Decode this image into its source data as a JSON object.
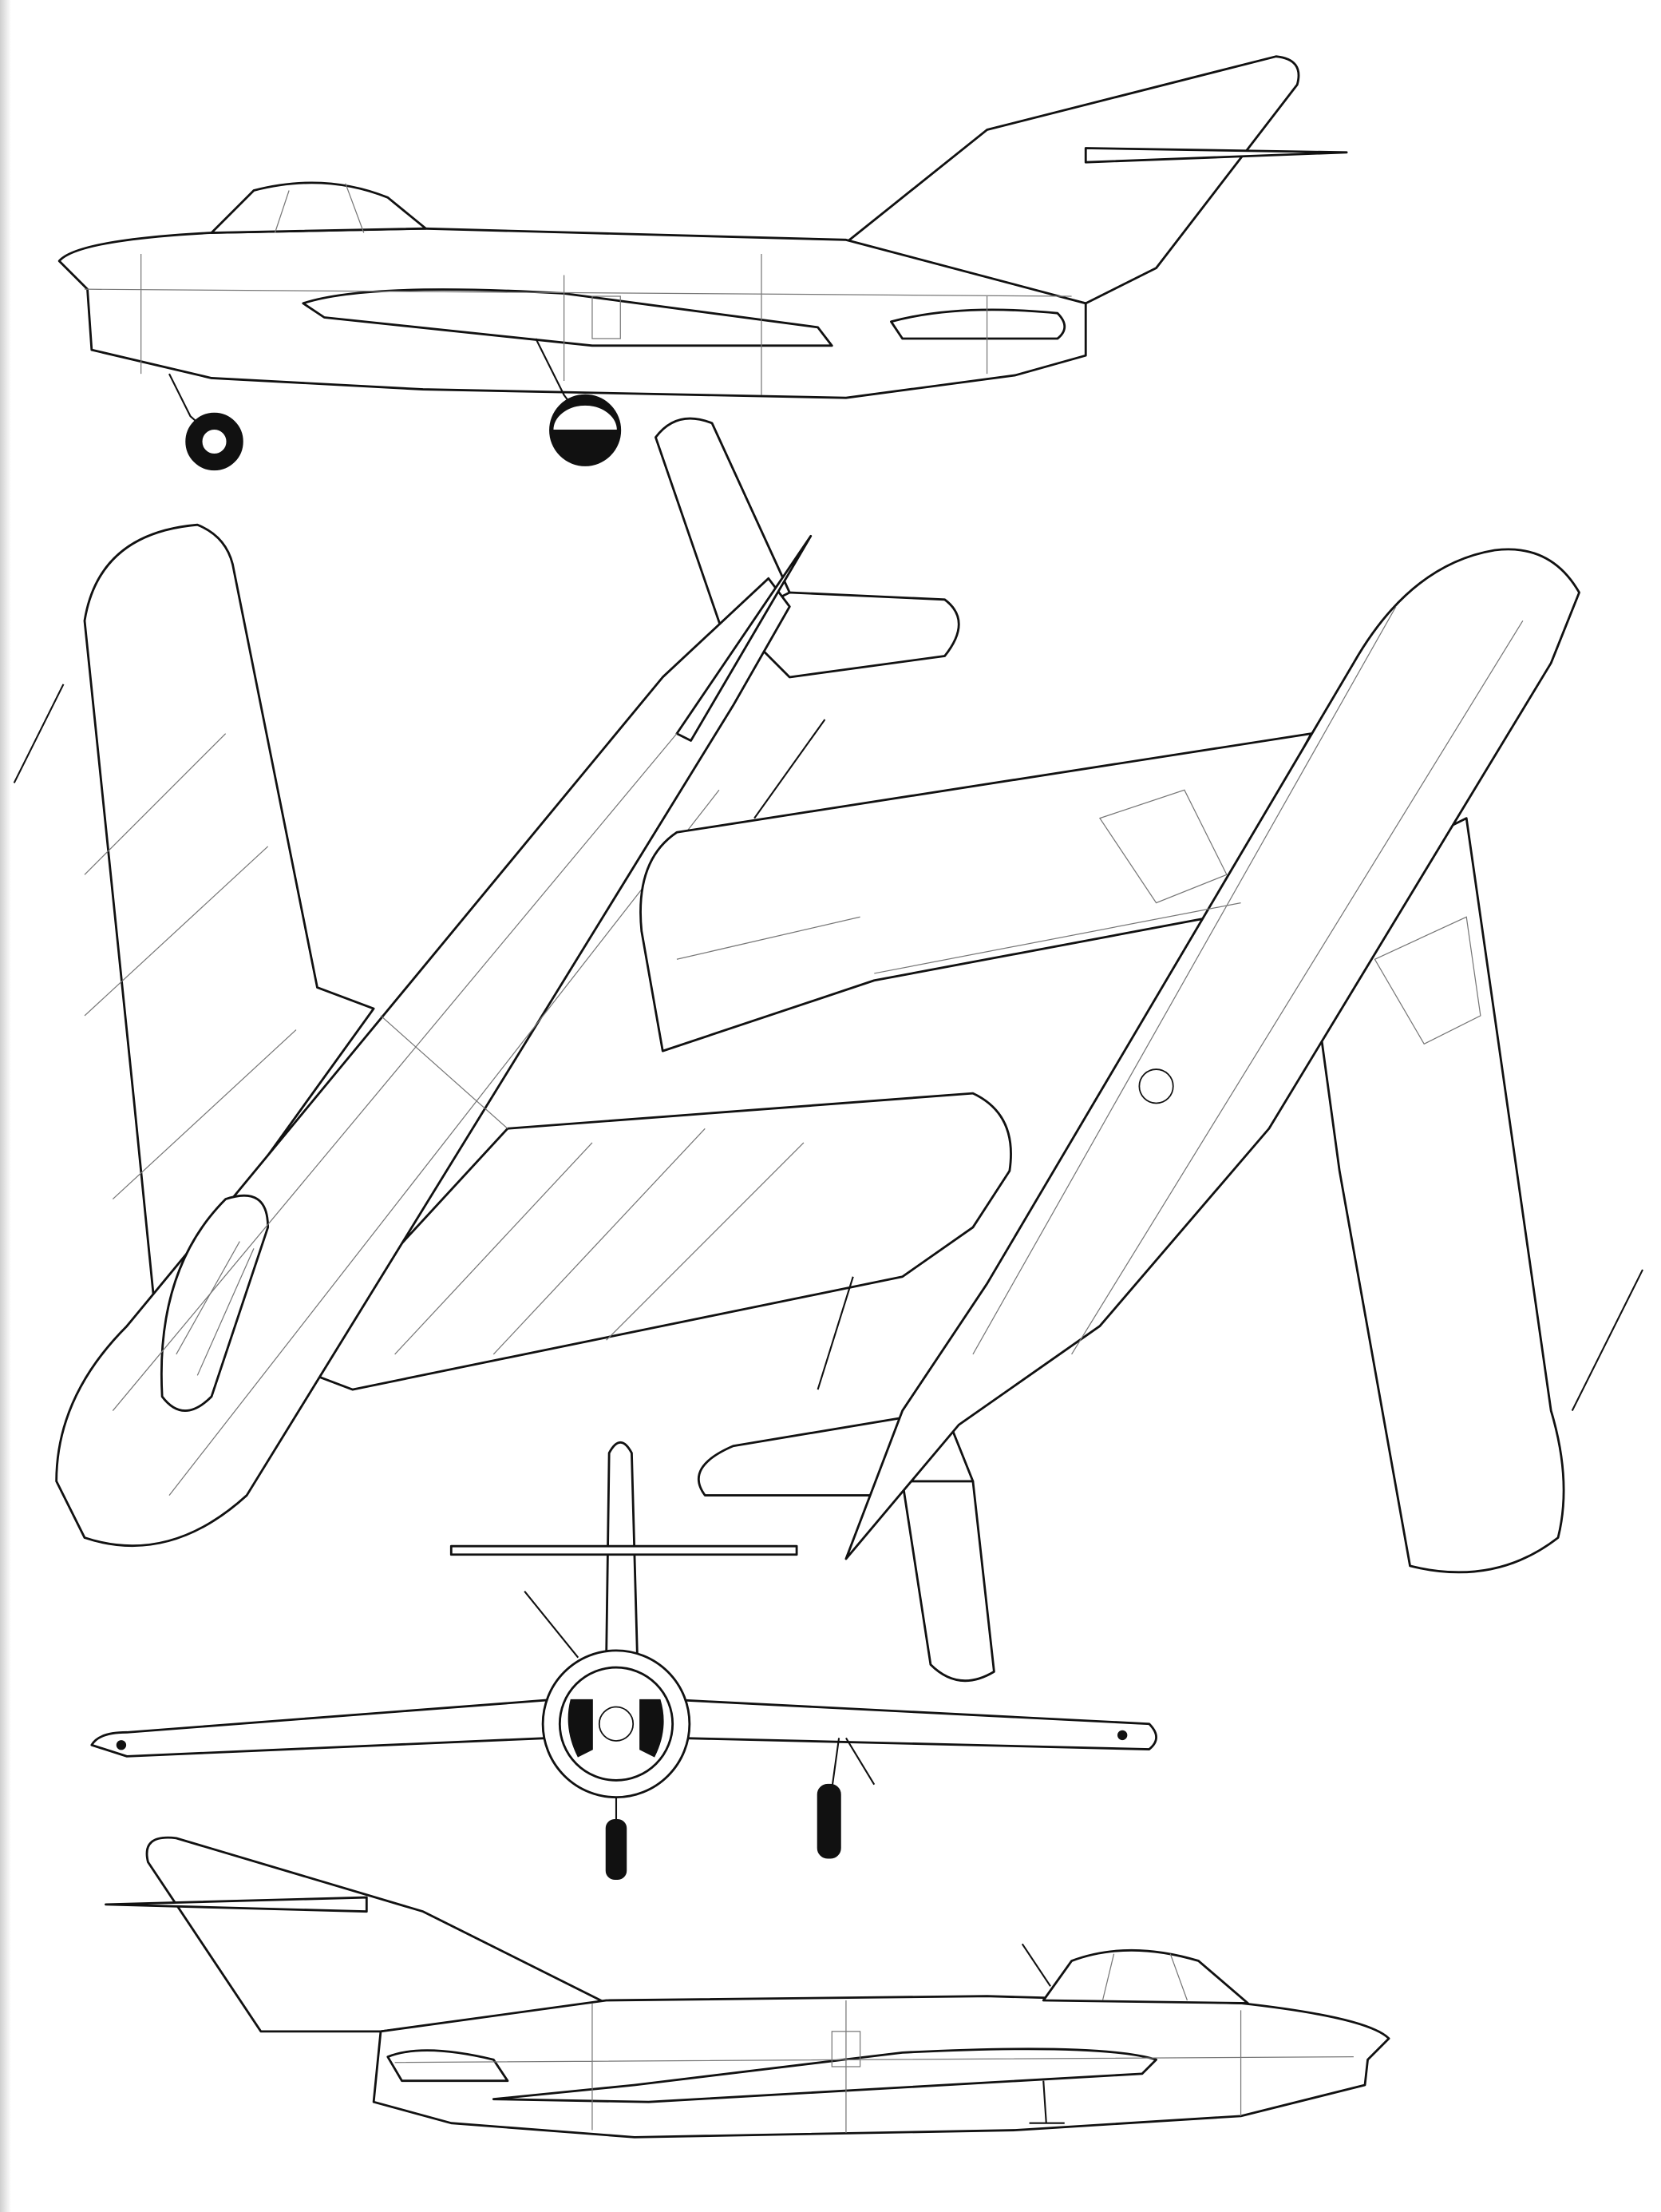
{
  "drawing": {
    "views": [
      "left-side",
      "top-plan",
      "bottom-plan",
      "front",
      "right-side"
    ],
    "colors": {
      "line": "#111111",
      "panel_line": "#777777",
      "background": "#ffffff",
      "tyre": "#111111"
    }
  }
}
